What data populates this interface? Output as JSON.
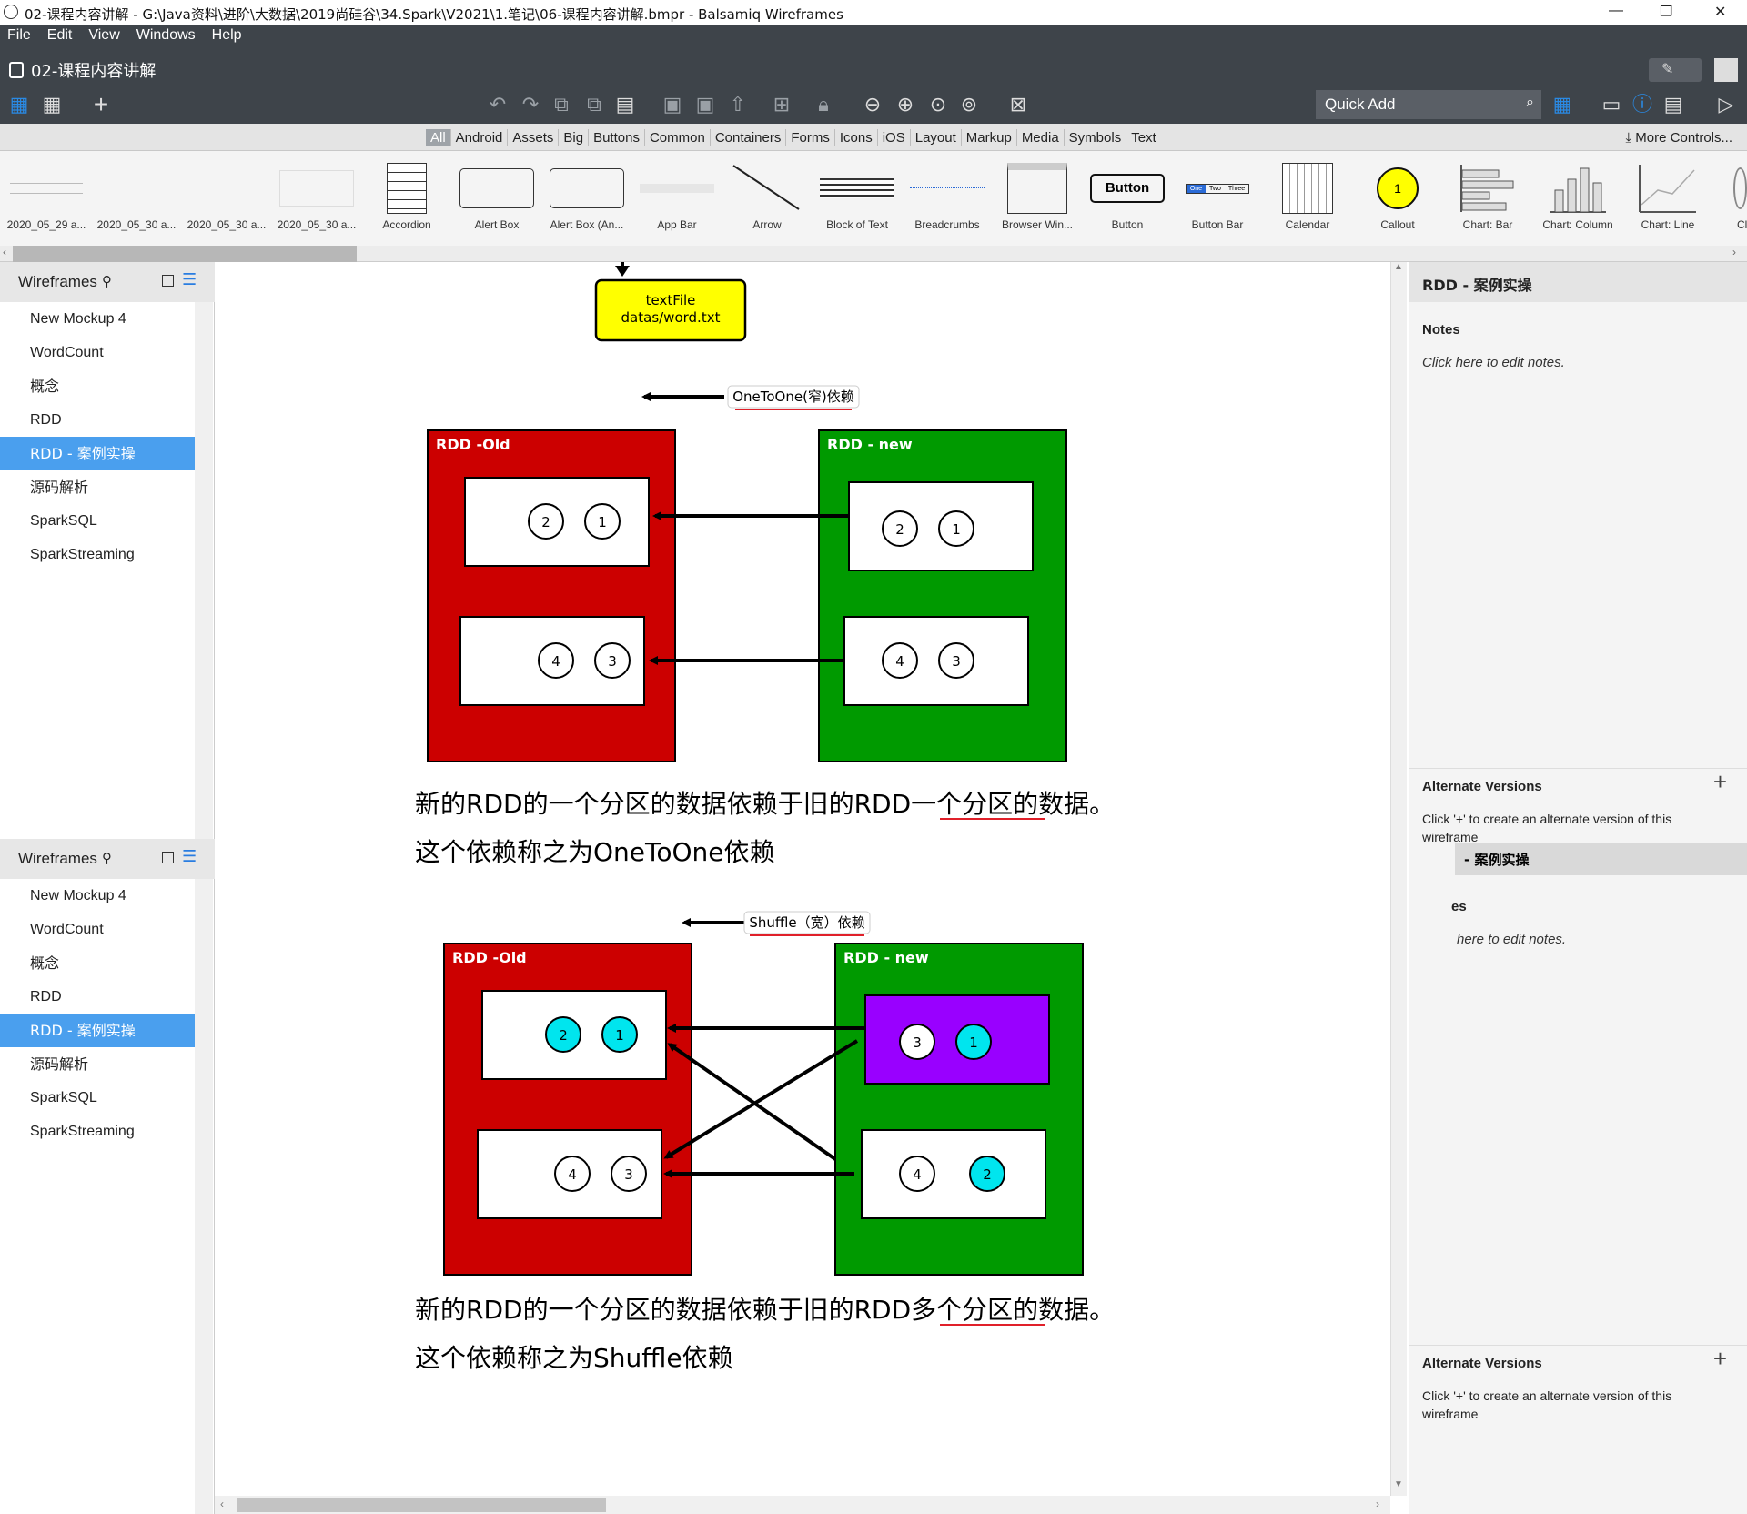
{
  "window": {
    "title": "02-课程内容讲解 - G:\\Java资料\\进阶\\大数据\\2019尚硅谷\\34.Spark\\V2021\\1.笔记\\06-课程内容讲解.bmpr - Balsamiq Wireframes",
    "minimize": "—",
    "restore": "❐",
    "close": "✕"
  },
  "menu": [
    "File",
    "Edit",
    "View",
    "Windows",
    "Help"
  ],
  "document_title": "02-课程内容讲解",
  "quick_add": {
    "placeholder": "Quick Add"
  },
  "tabs": [
    "All",
    "Android",
    "Assets",
    "Big",
    "Buttons",
    "Common",
    "Containers",
    "Forms",
    "Icons",
    "iOS",
    "Layout",
    "Markup",
    "Media",
    "Symbols",
    "Text"
  ],
  "more_controls": "More Controls...",
  "library": [
    {
      "label": "2020_05_29 a..."
    },
    {
      "label": "2020_05_30 a..."
    },
    {
      "label": "2020_05_30 a..."
    },
    {
      "label": "2020_05_30 a..."
    },
    {
      "label": "Accordion"
    },
    {
      "label": "Alert Box"
    },
    {
      "label": "Alert Box (An..."
    },
    {
      "label": "App Bar"
    },
    {
      "label": "Arrow"
    },
    {
      "label": "Block of Text"
    },
    {
      "label": "Breadcrumbs"
    },
    {
      "label": "Browser Win..."
    },
    {
      "label": "Button"
    },
    {
      "label": "Button Bar"
    },
    {
      "label": "Calendar"
    },
    {
      "label": "Callout"
    },
    {
      "label": "Chart: Bar"
    },
    {
      "label": "Chart: Column"
    },
    {
      "label": "Chart: Line"
    },
    {
      "label": "Cl"
    }
  ],
  "library_thumb_text": {
    "button": "Button",
    "button_bar": [
      "One",
      "Two",
      "Three"
    ],
    "callout": "1"
  },
  "wireframes_panel": {
    "title": "Wireframes",
    "items": [
      "New Mockup 4",
      "WordCount",
      "概念",
      "RDD",
      "RDD - 案例实操",
      "源码解析",
      "SparkSQL",
      "SparkStreaming"
    ],
    "selected_index": 4
  },
  "canvas": {
    "textfile_box": "textFile\ndatas/word.txt",
    "onetoone": {
      "label": "OneToOne(窄)依赖",
      "old_title": "RDD -Old",
      "new_title": "RDD - new",
      "old_p1": [
        "2",
        "1"
      ],
      "old_p2": [
        "4",
        "3"
      ],
      "new_p1": [
        "2",
        "1"
      ],
      "new_p2": [
        "4",
        "3"
      ],
      "line1": "新的RDD的一个分区的数据依赖于旧的RDD一个分区的数据。",
      "line2": "这个依赖称之为OneToOne依赖"
    },
    "shuffle": {
      "label": "Shuffle（宽）依赖",
      "old_title": "RDD -Old",
      "new_title": "RDD - new",
      "old_p1": [
        "2",
        "1"
      ],
      "old_p2": [
        "4",
        "3"
      ],
      "new_p1": [
        "3",
        "1"
      ],
      "new_p2": [
        "4",
        "2"
      ],
      "line1": "新的RDD的一个分区的数据依赖于旧的RDD多个分区的数据。",
      "line2": "这个依赖称之为Shuffle依赖"
    }
  },
  "right_panel": {
    "header": "RDD - 案例实操",
    "notes_title": "Notes",
    "notes_hint": "Click here to edit notes.",
    "alt_title": "Alternate Versions",
    "alt_hint": "Click '+' to create an alternate version of this wireframe",
    "alt_selected": "- 案例实操",
    "notes_title_partial": "es",
    "notes_hint_partial": "here to edit notes."
  },
  "colors": {
    "red_rdd": "#cc0000",
    "green_rdd": "#009a00",
    "purple": "#9900ff",
    "cyan": "#00e5ee",
    "yellow": "#ffff00",
    "select": "#4a9fee",
    "dark": "#3e444a"
  }
}
